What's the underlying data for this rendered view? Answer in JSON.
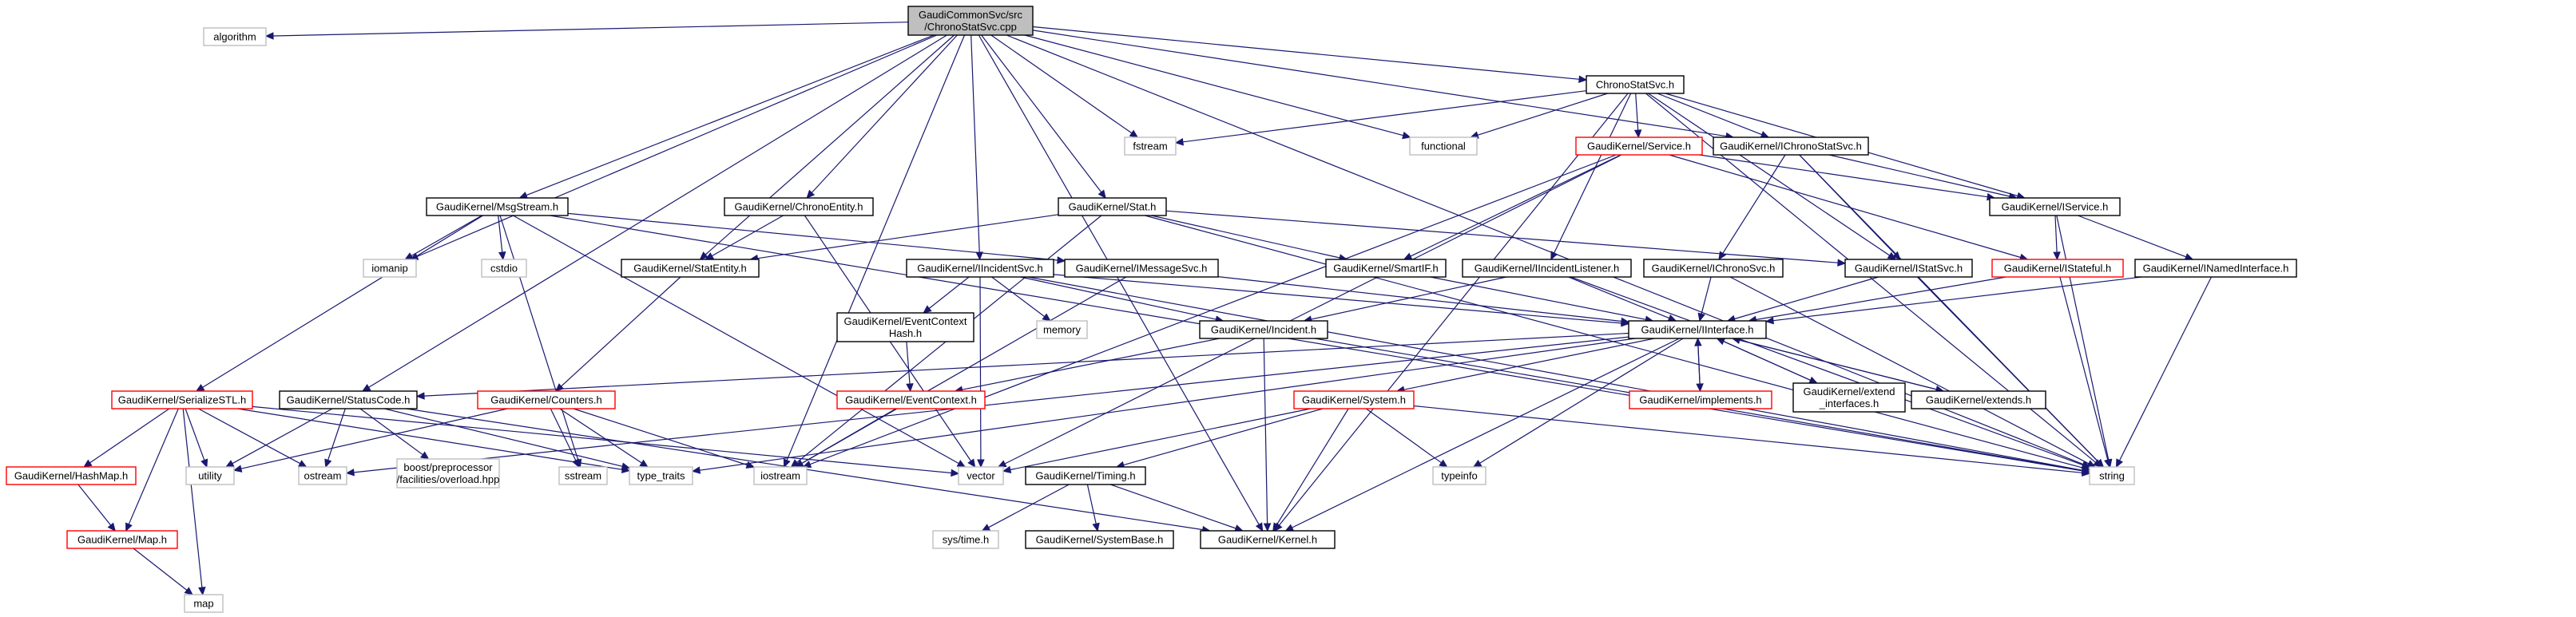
{
  "colors": {
    "edge": "#191970",
    "border_default": "#000000",
    "border_incomplete": "#ff0000",
    "border_external": "#bfbfbf",
    "root_fill": "#bfbfbf",
    "node_fill": "#ffffff",
    "text": "#000000",
    "text_external": "#555555"
  },
  "nodes": [
    {
      "id": "root",
      "lines": [
        "GaudiCommonSvc/src",
        "/ChronoStatSvc.cpp"
      ],
      "kind": "root"
    },
    {
      "id": "algorithm",
      "lines": [
        "algorithm"
      ],
      "kind": "external"
    },
    {
      "id": "chronostatsvc_h",
      "lines": [
        "ChronoStatSvc.h"
      ],
      "kind": "default"
    },
    {
      "id": "fstream",
      "lines": [
        "fstream"
      ],
      "kind": "external"
    },
    {
      "id": "functional",
      "lines": [
        "functional"
      ],
      "kind": "external"
    },
    {
      "id": "service_h",
      "lines": [
        "GaudiKernel/Service.h"
      ],
      "kind": "incomplete"
    },
    {
      "id": "ichronostatsvc_h",
      "lines": [
        "GaudiKernel/IChronoStatSvc.h"
      ],
      "kind": "default"
    },
    {
      "id": "iservice_h",
      "lines": [
        "GaudiKernel/IService.h"
      ],
      "kind": "default"
    },
    {
      "id": "msgstream_h",
      "lines": [
        "GaudiKernel/MsgStream.h"
      ],
      "kind": "default"
    },
    {
      "id": "chronoentity_h",
      "lines": [
        "GaudiKernel/ChronoEntity.h"
      ],
      "kind": "default"
    },
    {
      "id": "stat_h",
      "lines": [
        "GaudiKernel/Stat.h"
      ],
      "kind": "default"
    },
    {
      "id": "iomanip",
      "lines": [
        "iomanip"
      ],
      "kind": "external"
    },
    {
      "id": "cstdio",
      "lines": [
        "cstdio"
      ],
      "kind": "external"
    },
    {
      "id": "statentity_h",
      "lines": [
        "GaudiKernel/StatEntity.h"
      ],
      "kind": "default"
    },
    {
      "id": "iincidentsvc_h",
      "lines": [
        "GaudiKernel/IIncidentSvc.h"
      ],
      "kind": "default"
    },
    {
      "id": "imessagesvc_h",
      "lines": [
        "GaudiKernel/IMessageSvc.h"
      ],
      "kind": "default"
    },
    {
      "id": "smartif_h",
      "lines": [
        "GaudiKernel/SmartIF.h"
      ],
      "kind": "default"
    },
    {
      "id": "iincidentlistener_h",
      "lines": [
        "GaudiKernel/IIncidentListener.h"
      ],
      "kind": "default"
    },
    {
      "id": "ichronosvc_h",
      "lines": [
        "GaudiKernel/IChronoSvc.h"
      ],
      "kind": "default"
    },
    {
      "id": "istatsvc_h",
      "lines": [
        "GaudiKernel/IStatSvc.h"
      ],
      "kind": "default"
    },
    {
      "id": "istateful_h",
      "lines": [
        "GaudiKernel/IStateful.h"
      ],
      "kind": "incomplete"
    },
    {
      "id": "inamedinterface_h",
      "lines": [
        "GaudiKernel/INamedInterface.h"
      ],
      "kind": "default"
    },
    {
      "id": "memory",
      "lines": [
        "memory"
      ],
      "kind": "external"
    },
    {
      "id": "eventcontexthash_h",
      "lines": [
        "GaudiKernel/EventContext",
        "Hash.h"
      ],
      "kind": "default"
    },
    {
      "id": "incident_h",
      "lines": [
        "GaudiKernel/Incident.h"
      ],
      "kind": "default"
    },
    {
      "id": "iinterface_h",
      "lines": [
        "GaudiKernel/IInterface.h"
      ],
      "kind": "default"
    },
    {
      "id": "serializestl_h",
      "lines": [
        "GaudiKernel/SerializeSTL.h"
      ],
      "kind": "incomplete"
    },
    {
      "id": "statuscode_h",
      "lines": [
        "GaudiKernel/StatusCode.h"
      ],
      "kind": "default"
    },
    {
      "id": "counters_h",
      "lines": [
        "GaudiKernel/Counters.h"
      ],
      "kind": "incomplete"
    },
    {
      "id": "eventcontext_h",
      "lines": [
        "GaudiKernel/EventContext.h"
      ],
      "kind": "incomplete"
    },
    {
      "id": "system_h",
      "lines": [
        "GaudiKernel/System.h"
      ],
      "kind": "incomplete"
    },
    {
      "id": "implements_h",
      "lines": [
        "GaudiKernel/implements.h"
      ],
      "kind": "incomplete"
    },
    {
      "id": "extend_interfaces_h",
      "lines": [
        "GaudiKernel/extend",
        "_interfaces.h"
      ],
      "kind": "default"
    },
    {
      "id": "extends_h",
      "lines": [
        "GaudiKernel/extends.h"
      ],
      "kind": "default"
    },
    {
      "id": "hashmap_h",
      "lines": [
        "GaudiKernel/HashMap.h"
      ],
      "kind": "incomplete"
    },
    {
      "id": "utility",
      "lines": [
        "utility"
      ],
      "kind": "external"
    },
    {
      "id": "ostream",
      "lines": [
        "ostream"
      ],
      "kind": "external"
    },
    {
      "id": "boost_overload",
      "lines": [
        "boost/preprocessor",
        "/facilities/overload.hpp"
      ],
      "kind": "external"
    },
    {
      "id": "sstream",
      "lines": [
        "sstream"
      ],
      "kind": "external"
    },
    {
      "id": "type_traits",
      "lines": [
        "type_traits"
      ],
      "kind": "external"
    },
    {
      "id": "iostream",
      "lines": [
        "iostream"
      ],
      "kind": "external"
    },
    {
      "id": "vector",
      "lines": [
        "vector"
      ],
      "kind": "external"
    },
    {
      "id": "timing_h",
      "lines": [
        "GaudiKernel/Timing.h"
      ],
      "kind": "default"
    },
    {
      "id": "typeinfo",
      "lines": [
        "typeinfo"
      ],
      "kind": "external"
    },
    {
      "id": "string",
      "lines": [
        "string"
      ],
      "kind": "external"
    },
    {
      "id": "map_h",
      "lines": [
        "GaudiKernel/Map.h"
      ],
      "kind": "incomplete"
    },
    {
      "id": "systime_h",
      "lines": [
        "sys/time.h"
      ],
      "kind": "external"
    },
    {
      "id": "systembase_h",
      "lines": [
        "GaudiKernel/SystemBase.h"
      ],
      "kind": "default"
    },
    {
      "id": "kernel_h",
      "lines": [
        "GaudiKernel/Kernel.h"
      ],
      "kind": "default"
    },
    {
      "id": "map",
      "lines": [
        "map"
      ],
      "kind": "external"
    }
  ],
  "edges": [
    [
      "root",
      "algorithm"
    ],
    [
      "root",
      "chronostatsvc_h"
    ],
    [
      "root",
      "fstream"
    ],
    [
      "root",
      "functional"
    ],
    [
      "root",
      "ichronostatsvc_h"
    ],
    [
      "root",
      "msgstream_h"
    ],
    [
      "root",
      "chronoentity_h"
    ],
    [
      "root",
      "stat_h"
    ],
    [
      "root",
      "iomanip"
    ],
    [
      "root",
      "statentity_h"
    ],
    [
      "root",
      "iincidentsvc_h"
    ],
    [
      "root",
      "statuscode_h"
    ],
    [
      "root",
      "iostream"
    ],
    [
      "root",
      "string"
    ],
    [
      "root",
      "kernel_h"
    ],
    [
      "chronostatsvc_h",
      "fstream"
    ],
    [
      "chronostatsvc_h",
      "functional"
    ],
    [
      "chronostatsvc_h",
      "service_h"
    ],
    [
      "chronostatsvc_h",
      "ichronostatsvc_h"
    ],
    [
      "chronostatsvc_h",
      "iincidentlistener_h"
    ],
    [
      "chronostatsvc_h",
      "istatsvc_h"
    ],
    [
      "chronostatsvc_h",
      "string"
    ],
    [
      "chronostatsvc_h",
      "kernel_h"
    ],
    [
      "chronostatsvc_h",
      "iservice_h"
    ],
    [
      "service_h",
      "iservice_h"
    ],
    [
      "service_h",
      "istateful_h"
    ],
    [
      "service_h",
      "smartif_h"
    ],
    [
      "service_h",
      "vector"
    ],
    [
      "service_h",
      "iostream"
    ],
    [
      "ichronostatsvc_h",
      "iservice_h"
    ],
    [
      "ichronostatsvc_h",
      "ichronosvc_h"
    ],
    [
      "ichronostatsvc_h",
      "istatsvc_h"
    ],
    [
      "ichronostatsvc_h",
      "string"
    ],
    [
      "iservice_h",
      "istateful_h"
    ],
    [
      "iservice_h",
      "inamedinterface_h"
    ],
    [
      "iservice_h",
      "string"
    ],
    [
      "msgstream_h",
      "iomanip"
    ],
    [
      "msgstream_h",
      "cstdio"
    ],
    [
      "msgstream_h",
      "serializestl_h"
    ],
    [
      "msgstream_h",
      "imessagesvc_h"
    ],
    [
      "msgstream_h",
      "sstream"
    ],
    [
      "msgstream_h",
      "vector"
    ],
    [
      "msgstream_h",
      "string"
    ],
    [
      "chronoentity_h",
      "statentity_h"
    ],
    [
      "chronoentity_h",
      "vector"
    ],
    [
      "stat_h",
      "statentity_h"
    ],
    [
      "stat_h",
      "smartif_h"
    ],
    [
      "stat_h",
      "istatsvc_h"
    ],
    [
      "stat_h",
      "iostream"
    ],
    [
      "stat_h",
      "string"
    ],
    [
      "statentity_h",
      "counters_h"
    ],
    [
      "iincidentsvc_h",
      "memory"
    ],
    [
      "iincidentsvc_h",
      "eventcontexthash_h"
    ],
    [
      "iincidentsvc_h",
      "incident_h"
    ],
    [
      "iincidentsvc_h",
      "iinterface_h"
    ],
    [
      "iincidentsvc_h",
      "vector"
    ],
    [
      "iincidentsvc_h",
      "string"
    ],
    [
      "imessagesvc_h",
      "iinterface_h"
    ],
    [
      "imessagesvc_h",
      "iostream"
    ],
    [
      "smartif_h",
      "iinterface_h"
    ],
    [
      "iincidentlistener_h",
      "iinterface_h"
    ],
    [
      "iincidentlistener_h",
      "incident_h"
    ],
    [
      "iincidentlistener_h",
      "string"
    ],
    [
      "ichronosvc_h",
      "iinterface_h"
    ],
    [
      "ichronosvc_h",
      "string"
    ],
    [
      "istatsvc_h",
      "iinterface_h"
    ],
    [
      "istatsvc_h",
      "string"
    ],
    [
      "istateful_h",
      "iinterface_h"
    ],
    [
      "istateful_h",
      "string"
    ],
    [
      "inamedinterface_h",
      "iinterface_h"
    ],
    [
      "inamedinterface_h",
      "string"
    ],
    [
      "eventcontexthash_h",
      "eventcontext_h"
    ],
    [
      "incident_h",
      "eventcontext_h"
    ],
    [
      "incident_h",
      "string"
    ],
    [
      "incident_h",
      "kernel_h"
    ],
    [
      "eventcontext_h",
      "iostream"
    ],
    [
      "iinterface_h",
      "statuscode_h"
    ],
    [
      "iinterface_h",
      "system_h"
    ],
    [
      "iinterface_h",
      "implements_h"
    ],
    [
      "iinterface_h",
      "extend_interfaces_h"
    ],
    [
      "iinterface_h",
      "extends_h"
    ],
    [
      "iinterface_h",
      "ostream"
    ],
    [
      "iinterface_h",
      "type_traits"
    ],
    [
      "iinterface_h",
      "typeinfo"
    ],
    [
      "iinterface_h",
      "kernel_h"
    ],
    [
      "implements_h",
      "iinterface_h"
    ],
    [
      "extend_interfaces_h",
      "iinterface_h"
    ],
    [
      "extends_h",
      "iinterface_h"
    ],
    [
      "serializestl_h",
      "hashmap_h"
    ],
    [
      "serializestl_h",
      "utility"
    ],
    [
      "serializestl_h",
      "ostream"
    ],
    [
      "serializestl_h",
      "type_traits"
    ],
    [
      "serializestl_h",
      "vector"
    ],
    [
      "serializestl_h",
      "map_h"
    ],
    [
      "serializestl_h",
      "map"
    ],
    [
      "statuscode_h",
      "utility"
    ],
    [
      "statuscode_h",
      "ostream"
    ],
    [
      "statuscode_h",
      "boost_overload"
    ],
    [
      "statuscode_h",
      "type_traits"
    ],
    [
      "statuscode_h",
      "kernel_h"
    ],
    [
      "counters_h",
      "utility"
    ],
    [
      "counters_h",
      "sstream"
    ],
    [
      "counters_h",
      "type_traits"
    ],
    [
      "counters_h",
      "iostream"
    ],
    [
      "system_h",
      "vector"
    ],
    [
      "system_h",
      "timing_h"
    ],
    [
      "system_h",
      "typeinfo"
    ],
    [
      "system_h",
      "string"
    ],
    [
      "system_h",
      "kernel_h"
    ],
    [
      "hashmap_h",
      "map_h"
    ],
    [
      "map_h",
      "map"
    ],
    [
      "timing_h",
      "systime_h"
    ],
    [
      "timing_h",
      "systembase_h"
    ],
    [
      "timing_h",
      "kernel_h"
    ]
  ]
}
